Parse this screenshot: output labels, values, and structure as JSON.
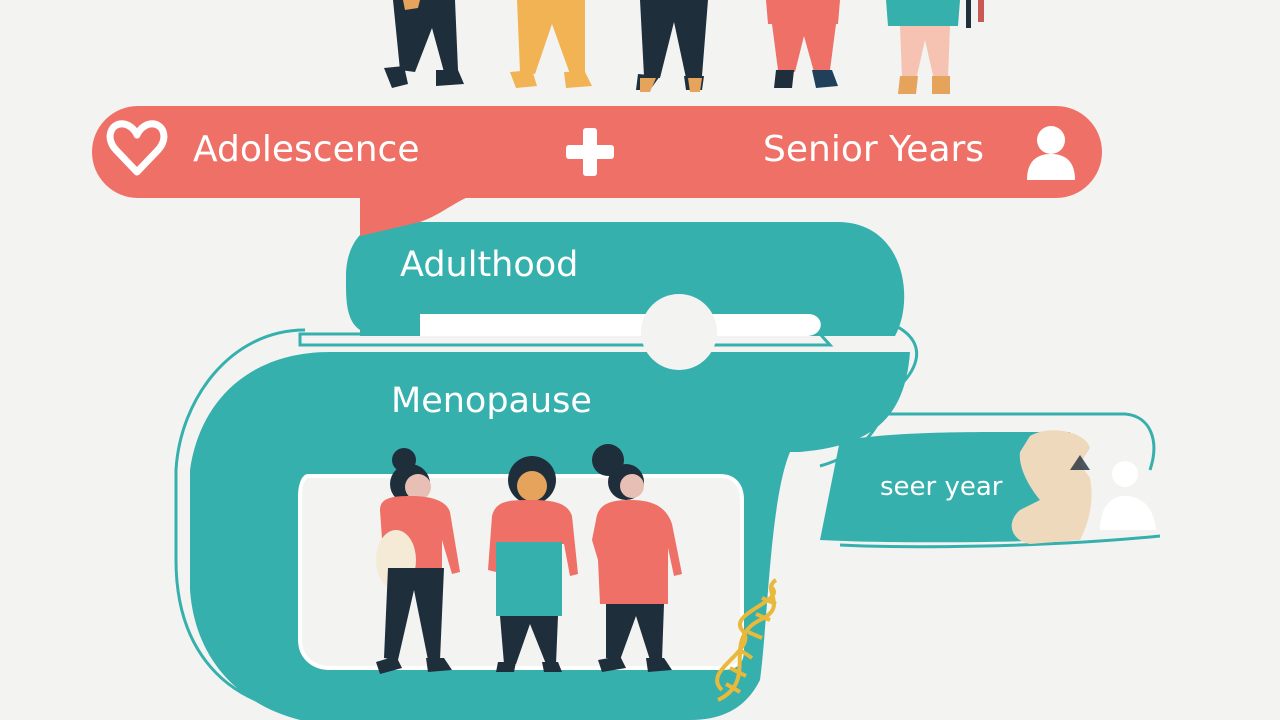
{
  "stages": {
    "adolescence": "Adolescence",
    "senior_years": "Senior Years",
    "adulthood": "Adulthood",
    "menopause": "Menopause",
    "senior_small": "seer year"
  },
  "icons": {
    "left_band": "heart-icon",
    "center_band": "plus-icon",
    "right_band": "person-icon",
    "bottom": "dna-icon",
    "tail": "puzzle-person-icon"
  },
  "colors": {
    "coral": "#ef7066",
    "teal": "#36b0ad",
    "background": "#f3f3f2",
    "dna": "#e8b93b"
  }
}
